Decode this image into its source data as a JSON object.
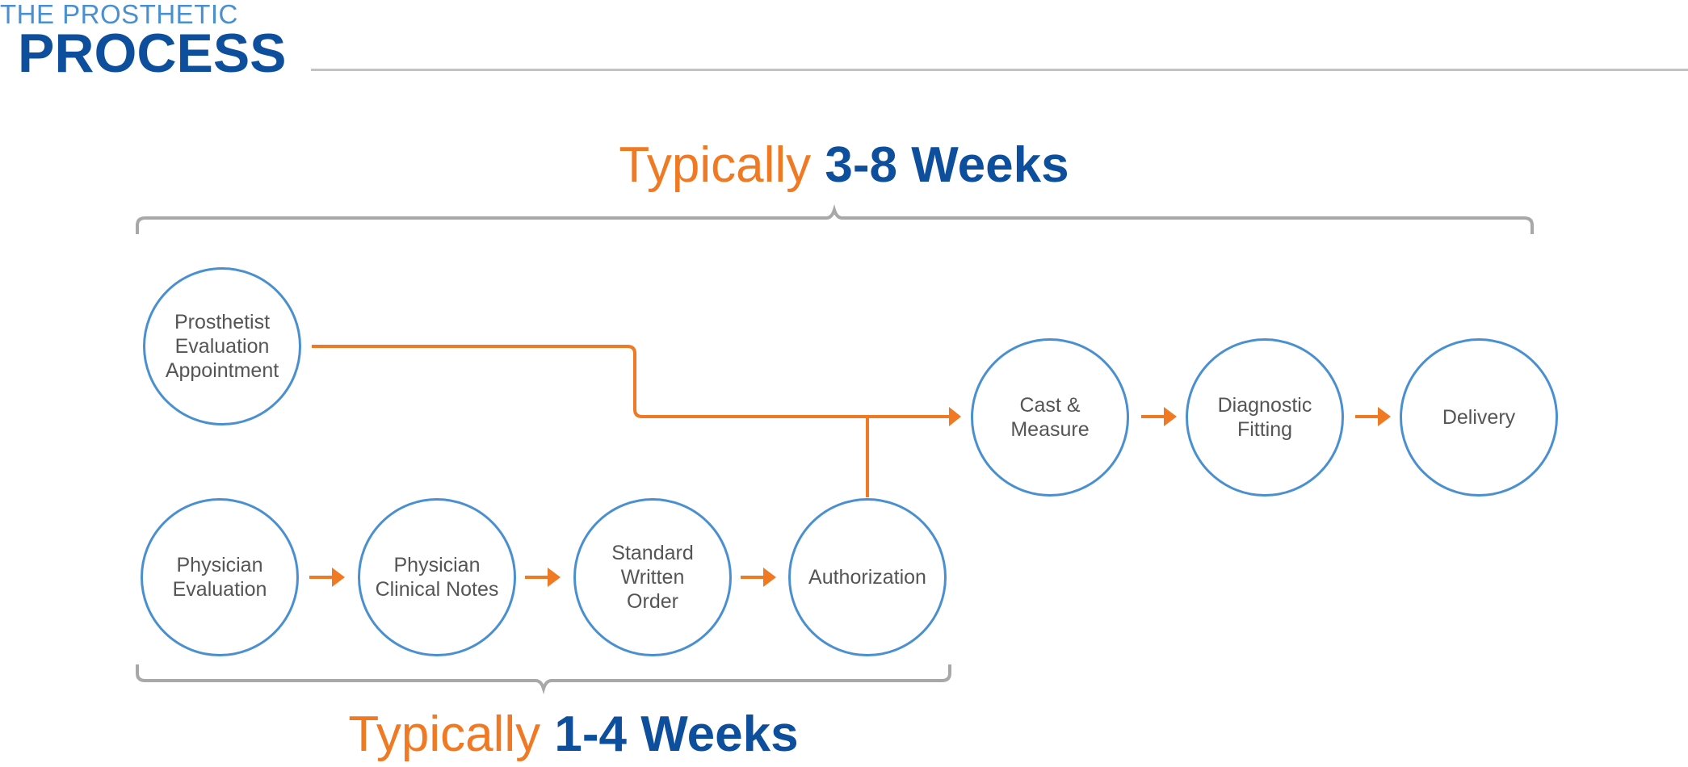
{
  "header": {
    "subtitle": "THE PROSTHETIC",
    "title": "PROCESS"
  },
  "spans": {
    "total": {
      "lead": "Typically",
      "duration": "3-8 Weeks"
    },
    "initial": {
      "lead": "Typically",
      "duration": "1-4 Weeks"
    }
  },
  "nodes": {
    "prosthetist_evaluation": "Prosthetist\nEvaluation\nAppointment",
    "physician_evaluation": "Physician\nEvaluation",
    "physician_clinical_notes": "Physician\nClinical Notes",
    "standard_written_order": "Standard\nWritten\nOrder",
    "authorization": "Authorization",
    "cast_measure": "Cast &\nMeasure",
    "diagnostic_fitting": "Diagnostic\nFitting",
    "delivery": "Delivery"
  },
  "colors": {
    "title_blue": "#0d4f9c",
    "accent_blue": "#4a90d0",
    "arrow_orange": "#f07a24",
    "bracket_gray": "#a8a8a8",
    "text_gray": "#555555"
  }
}
